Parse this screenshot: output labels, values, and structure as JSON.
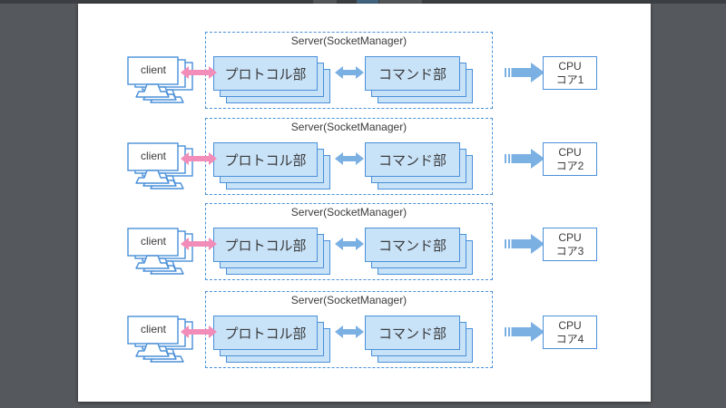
{
  "window": {
    "background_color": "#55585c",
    "canvas_color": "#ffffff",
    "top_edge_note": "cut-off app chrome strip"
  },
  "colors": {
    "box_fill": "#c8e2f8",
    "box_border": "#4a90d9",
    "dashed_border": "#4a90d9",
    "blue_arrow": "#7bb0e3",
    "pink_arrow": "#f28cb8",
    "text": "#3b3b3b"
  },
  "icons": {
    "client": "client-monitors-icon",
    "client_server_link": "pink-double-arrow-icon",
    "protocol_command_link": "blue-double-arrow-icon",
    "server_to_cpu": "striped-right-arrow-icon"
  },
  "rows": [
    {
      "client_label": "client",
      "server_title": "Server(SocketManager)",
      "protocol_label": "プロトコル部",
      "command_label": "コマンド部",
      "cpu_line1": "CPU",
      "cpu_line2": "コア1"
    },
    {
      "client_label": "client",
      "server_title": "Server(SocketManager)",
      "protocol_label": "プロトコル部",
      "command_label": "コマンド部",
      "cpu_line1": "CPU",
      "cpu_line2": "コア2"
    },
    {
      "client_label": "client",
      "server_title": "Server(SocketManager)",
      "protocol_label": "プロトコル部",
      "command_label": "コマンド部",
      "cpu_line1": "CPU",
      "cpu_line2": "コア3"
    },
    {
      "client_label": "client",
      "server_title": "Server(SocketManager)",
      "protocol_label": "プロトコル部",
      "command_label": "コマンド部",
      "cpu_line1": "CPU",
      "cpu_line2": "コア4"
    }
  ]
}
